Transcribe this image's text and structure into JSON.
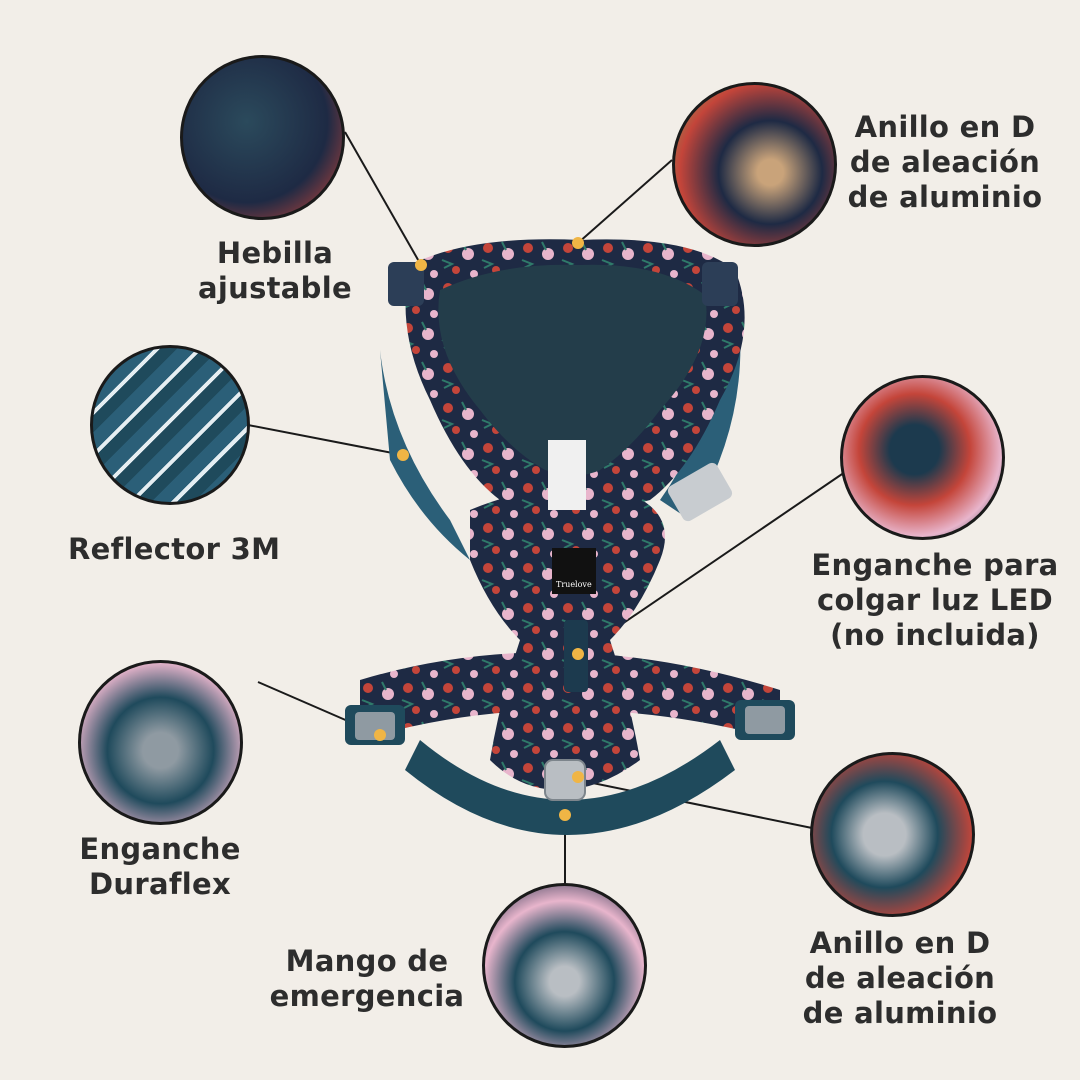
{
  "callouts": [
    {
      "id": "hebilla",
      "text": "Hebilla\najustable"
    },
    {
      "id": "anillo-top",
      "text": "Anillo en D\nde aleación\nde aluminio"
    },
    {
      "id": "reflector",
      "text": "Reflector 3M"
    },
    {
      "id": "enganche-led",
      "text": "Enganche para\ncolgar luz LED\n(no incluida)"
    },
    {
      "id": "duraflex",
      "text": "Enganche\nDuraflex"
    },
    {
      "id": "mango",
      "text": "Mango de\nemergencia"
    },
    {
      "id": "anillo-bottom",
      "text": "Anillo en D\nde aleación\nde aluminio"
    }
  ],
  "brand": {
    "logo_text": "Truelove"
  },
  "colors": {
    "background": "#f2eee8",
    "webbing": "#1f4a5c",
    "pad": "#233d4a",
    "marker": "#f0b545",
    "floral_red": "#c4453a",
    "floral_pink": "#e8b5cc"
  }
}
